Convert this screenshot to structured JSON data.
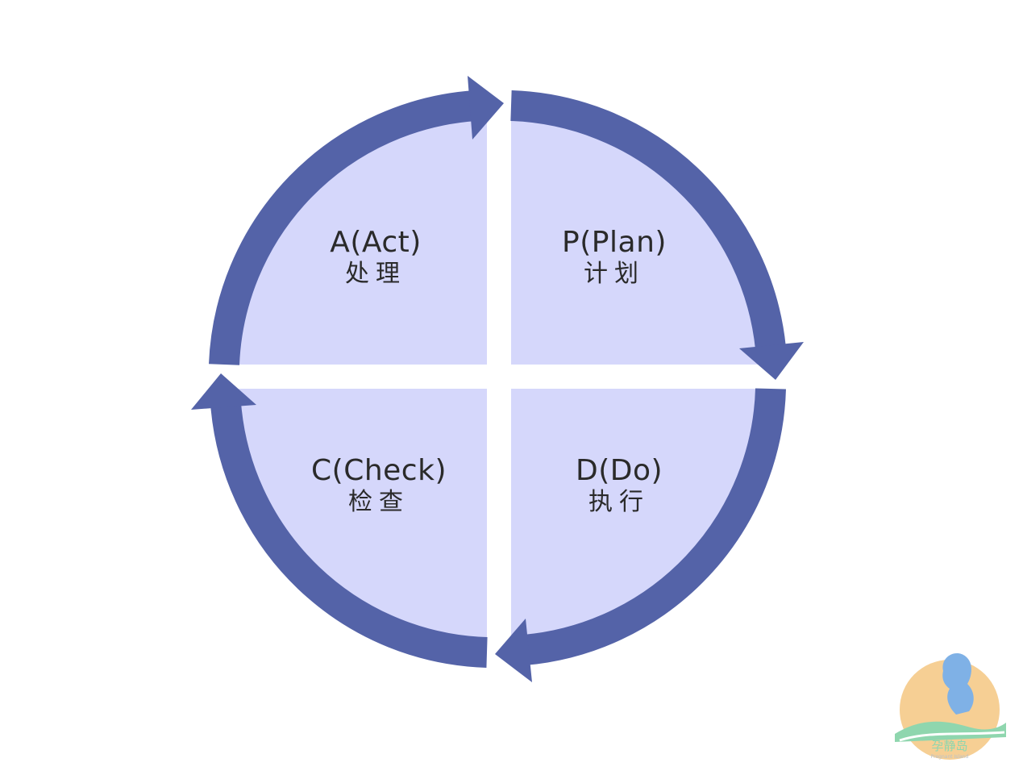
{
  "diagram": {
    "colors": {
      "quadrant_fill": "#d5d7fb",
      "ring": "#5463a8",
      "background": "#ffffff"
    },
    "quadrants": [
      {
        "id": "act",
        "en": "A(Act)",
        "zh": "处理"
      },
      {
        "id": "plan",
        "en": "P(Plan)",
        "zh": "计划"
      },
      {
        "id": "check",
        "en": "C(Check)",
        "zh": "检查"
      },
      {
        "id": "do",
        "en": "D(Do)",
        "zh": "执行"
      }
    ]
  },
  "logo": {
    "text": "孕静岛",
    "subtext": "Pregnant Island"
  }
}
